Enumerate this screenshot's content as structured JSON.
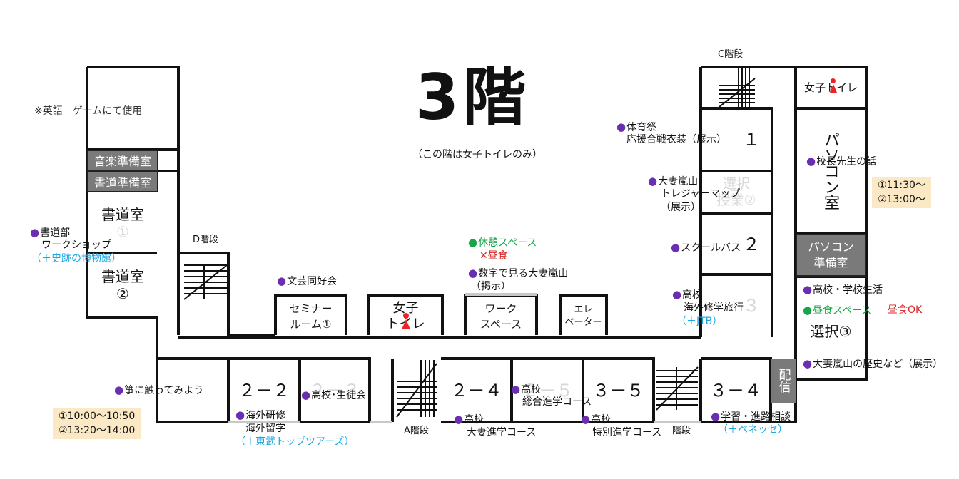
{
  "title": "3階",
  "subtitle": "（この階は女子トイレのみ）",
  "stairs": {
    "c": "C階段",
    "d": "D階段",
    "a": "A階段",
    "b": "階段"
  },
  "rooms": {
    "music_prep": "音楽準備室",
    "calligraphy_prep": "書道準備室",
    "calligraphy1_a": "書道室",
    "calligraphy1_b": "①",
    "calligraphy2_a": "書道室",
    "calligraphy2_b": "②",
    "seminar_a": "セミナー",
    "seminar_b": "ルーム①",
    "girls_wc_a": "女子",
    "girls_wc_b": "トイレ",
    "work_a": "ワーク",
    "work_b": "スペース",
    "elevator_a": "エレ",
    "elevator_b": "ベーター",
    "room_2_2": "２－２",
    "room_2_3": "２－３",
    "room_2_4": "２－４",
    "room_2_5": "２－５",
    "room_3_5": "３－５",
    "room_3_4": "３－４",
    "room_1": "１",
    "room_choice2_a": "選択",
    "room_choice2_b": "授業②",
    "room_2": "２",
    "room_3": "３",
    "girls_wc_right": "女子トイレ",
    "pc_room": "パソコン室",
    "pc_prep_a": "パソコン",
    "pc_prep_b": "準備室",
    "choice3": "選択③",
    "haishin": "配信"
  },
  "labels": {
    "english": "※英語　ゲームにて使用",
    "calligraphy_club_1": "書道部",
    "calligraphy_club_2": "ワークショップ",
    "calligraphy_club_3": "（＋史跡の博物館）",
    "bungei": "文芸同好会",
    "rest_space": "休憩スペース",
    "no_lunch": "✕昼食",
    "numbers_1": "数字で見る大妻嵐山",
    "numbers_2": "（掲示）",
    "sports_1": "体育祭",
    "sports_2": "応援合戦衣装（展示）",
    "treasure_1": "大妻嵐山",
    "treasure_2": "トレジャーマップ",
    "treasure_3": "（展示）",
    "school_bus": "スクールバス",
    "overseas_1": "高校",
    "overseas_2": "海外修学旅行",
    "overseas_3": "（＋JTB）",
    "principal": "校長先生の話",
    "principal_time_1": "①11:30～",
    "principal_time_2": "②13:00～",
    "school_life": "高校・学校生活",
    "lunch_space": "昼食スペース",
    "lunch_ok": "昼食OK",
    "history": "大妻嵐山の歴史など（展示）",
    "koto": "箏に触ってみよう",
    "koto_time_1": "①10:00～10:50",
    "koto_time_2": "②13:20～14:00",
    "abroad_1": "海外研修",
    "abroad_2": "海外留学",
    "abroad_3": "（＋東武トップツアーズ）",
    "student_council": "高校･生徒会",
    "general_1": "高校",
    "general_2": "総合進学コース",
    "otsuma_1": "高校",
    "otsuma_2": "大妻進学コース",
    "special_1": "高校",
    "special_2": "特別進学コース",
    "consult_1": "学習・進路相談",
    "consult_2": "（＋ベネッセ）"
  },
  "colors": {
    "wall": "#111111",
    "purple_dot": "#6a2fb0",
    "green": "#1aa34a",
    "blue": "#1aa7e0",
    "red": "#d32626",
    "time_bg": "#fbe9c6",
    "prep_room": "#7a7a7a"
  }
}
